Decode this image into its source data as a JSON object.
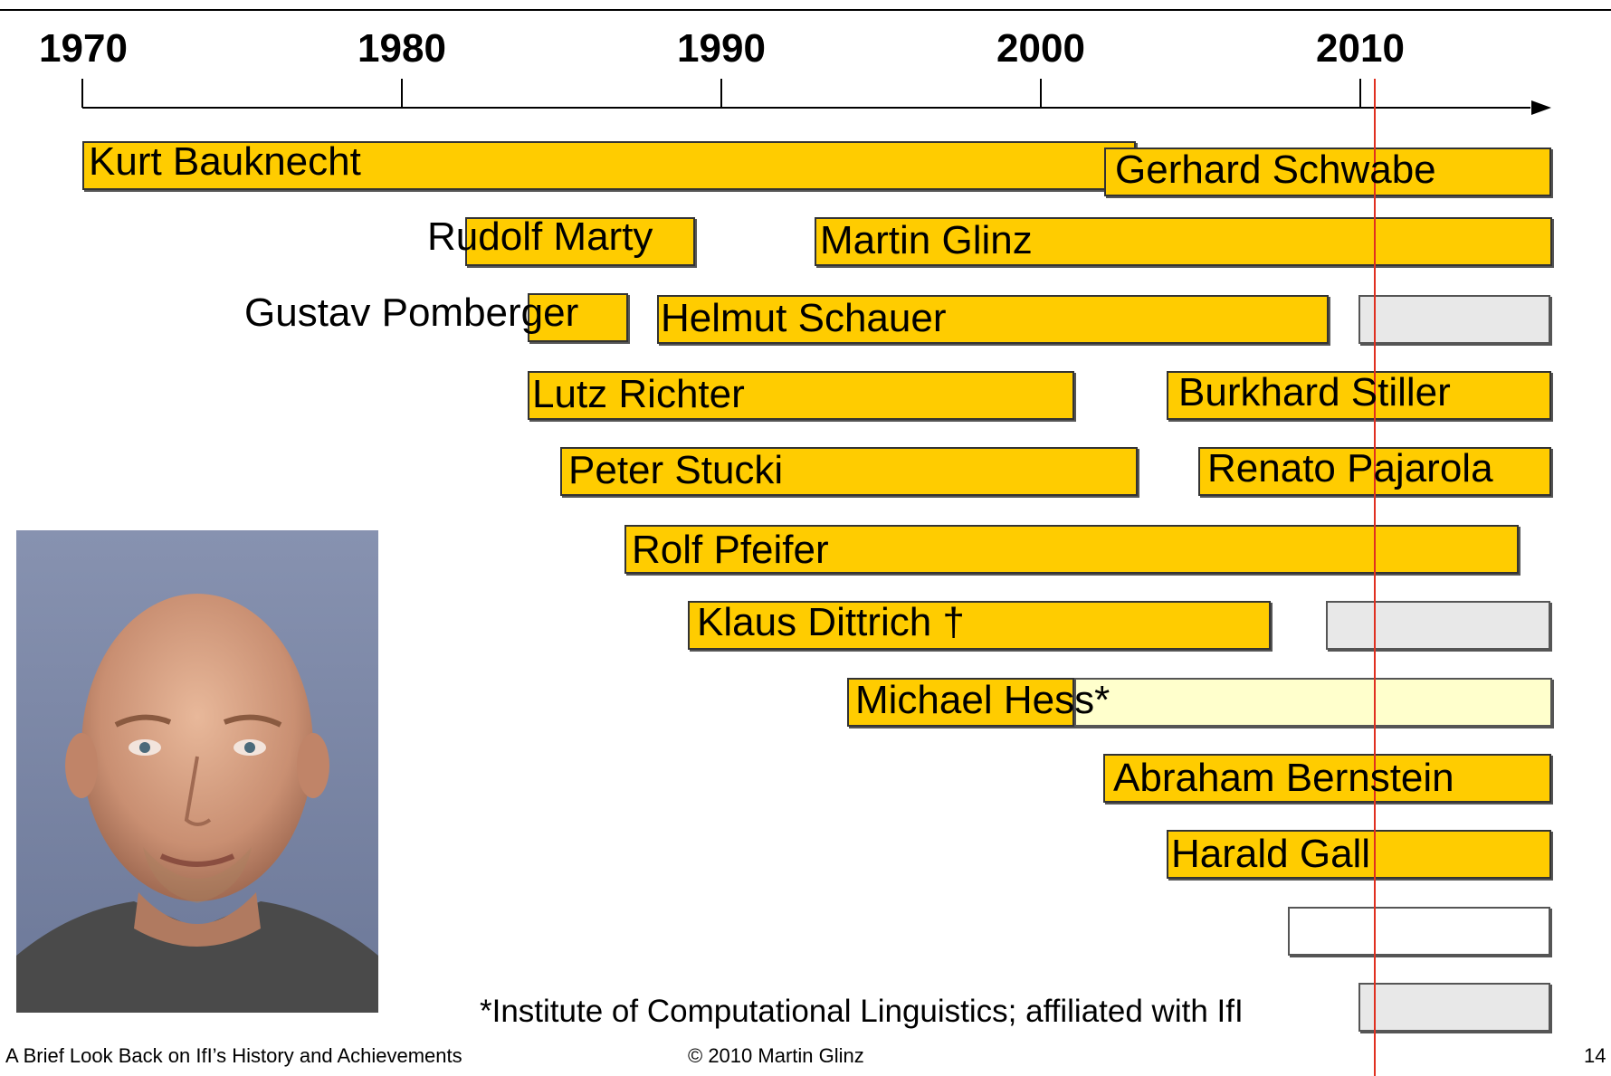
{
  "timeline": {
    "years": [
      "1970",
      "1980",
      "1990",
      "2000",
      "2010"
    ]
  },
  "people": [
    "Kurt Bauknecht",
    "Gerhard Schwabe",
    "Rudolf Marty",
    "Martin Glinz",
    "Gustav Pomberger",
    "Helmut Schauer",
    "Lutz Richter",
    "Burkhard Stiller",
    "Peter Stucki",
    "Renato Pajarola",
    "Rolf Pfeifer",
    "Klaus Dittrich †",
    "Michael Hess*",
    "Abraham Bernstein",
    "Harald Gall"
  ],
  "footnote": "*Institute of Computational Linguistics; affiliated with IfI",
  "footer": {
    "title": "A Brief Look Back on IfI’s History and Achievements",
    "copyright": "© 2010 Martin Glinz",
    "page": "14"
  },
  "colors": {
    "bar": "#ffcc00",
    "bar_light": "#ffffcc",
    "bar_gray": "#e8e8e8",
    "current_year_line": "#e03020"
  }
}
